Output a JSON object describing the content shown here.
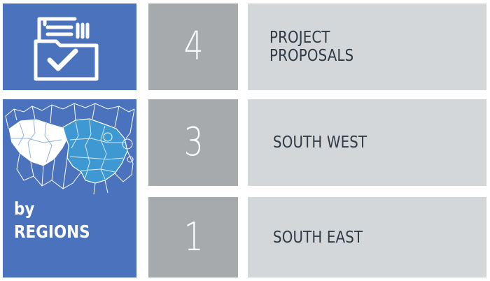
{
  "tiles": [
    {
      "number": "4",
      "label_line1": "PROJECT",
      "label_line2": "PROPOSALS"
    },
    {
      "number": "3",
      "label_line1": "SOUTH WEST"
    },
    {
      "number": "1",
      "label_line1": "SOUTH EAST"
    }
  ],
  "regions_card": {
    "line1": "by",
    "line2": "REGIONS"
  },
  "icons": {
    "top": "folder-checkmark-icon",
    "map": "regions-map-icon"
  },
  "colors": {
    "blue": "#4a72bd",
    "grey_dark": "#a7aaac",
    "grey_light": "#d4d7d9",
    "map_highlight": "#3e98d2"
  }
}
